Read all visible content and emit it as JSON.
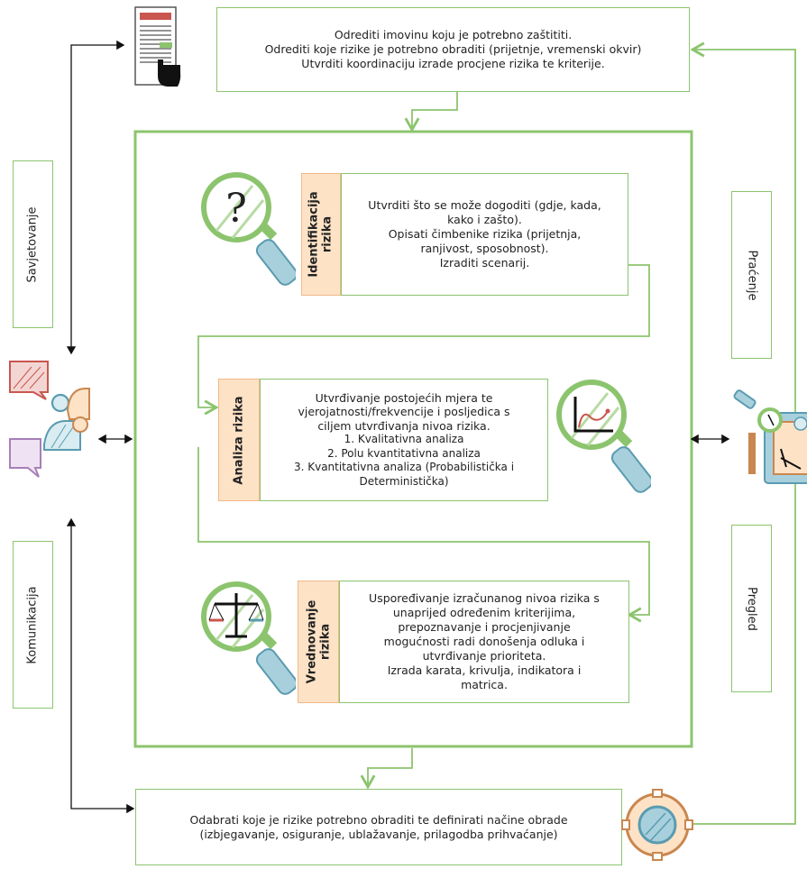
{
  "top_box": {
    "lines": [
      "Odrediti imovinu koju je potrebno zaštititi.",
      "Odrediti koje rizike je potrebno obraditi (prijetnje, vremenski okvir)",
      "Utvrditi koordinaciju izrade procjene rizika te kriterije."
    ]
  },
  "identifikacija": {
    "tab_lines": [
      "Identifikacija",
      "rizika"
    ],
    "lines": [
      "Utvrditi što se može dogoditi (gdje, kada,",
      "kako i zašto).",
      "Opisati čimbenike rizika (prijetnja,",
      "ranjivost, sposobnost).",
      "Izraditi scenarij."
    ]
  },
  "analiza": {
    "tab_lines": [
      "Analiza rizika"
    ],
    "lines": [
      "Utvrđivanje postojećih mjera te",
      "vjerojatnosti/frekvencije i posljedica s",
      "ciljem utvrđivanja nivoa rizika.",
      "1. Kvalitativna analiza",
      "2. Polu kvantitativna analiza",
      "3. Kvantitativna analiza (Probabilistička i",
      "Deterministička)"
    ]
  },
  "vrednovanje": {
    "tab_lines": [
      "Vrednovanje",
      "rizika"
    ],
    "lines": [
      "Uspoređivanje izračunanog nivoa rizika s",
      "unaprijed određenim kriterijima,",
      "prepoznavanje i procjenjivanje",
      "mogućnosti radi donošenja odluka i",
      "utvrđivanje prioriteta.",
      "Izrada karata, krivulja, indikatora i",
      "matrica."
    ]
  },
  "bottom_box": {
    "lines": [
      "Odabrati koje je rizike potrebno obraditi te definirati načine obrade",
      "(izbjegavanje, osiguranje, ublažavanje, prilagodba prihvaćanje)"
    ]
  },
  "side_labels": {
    "savjetovanje": "Savjetovanje",
    "komunikacija": "Komunikacija",
    "pracenje": "Praćenje",
    "pregled": "Pregled"
  },
  "colors": {
    "green": "#8cc46e",
    "orange_fill": "#fde2c6",
    "orange_border": "#f0b98a",
    "teal": "#5a9bb0",
    "red": "#c9574f",
    "purple": "#a77fb8"
  },
  "icons": {
    "document": "document-hand-icon",
    "people": "people-talking-icon",
    "magnifier_question": "magnifier-question-icon",
    "magnifier_chart": "magnifier-chart-icon",
    "magnifier_scale": "magnifier-scale-icon",
    "monitoring": "monitoring-board-icon",
    "meeting": "meeting-table-icon"
  }
}
